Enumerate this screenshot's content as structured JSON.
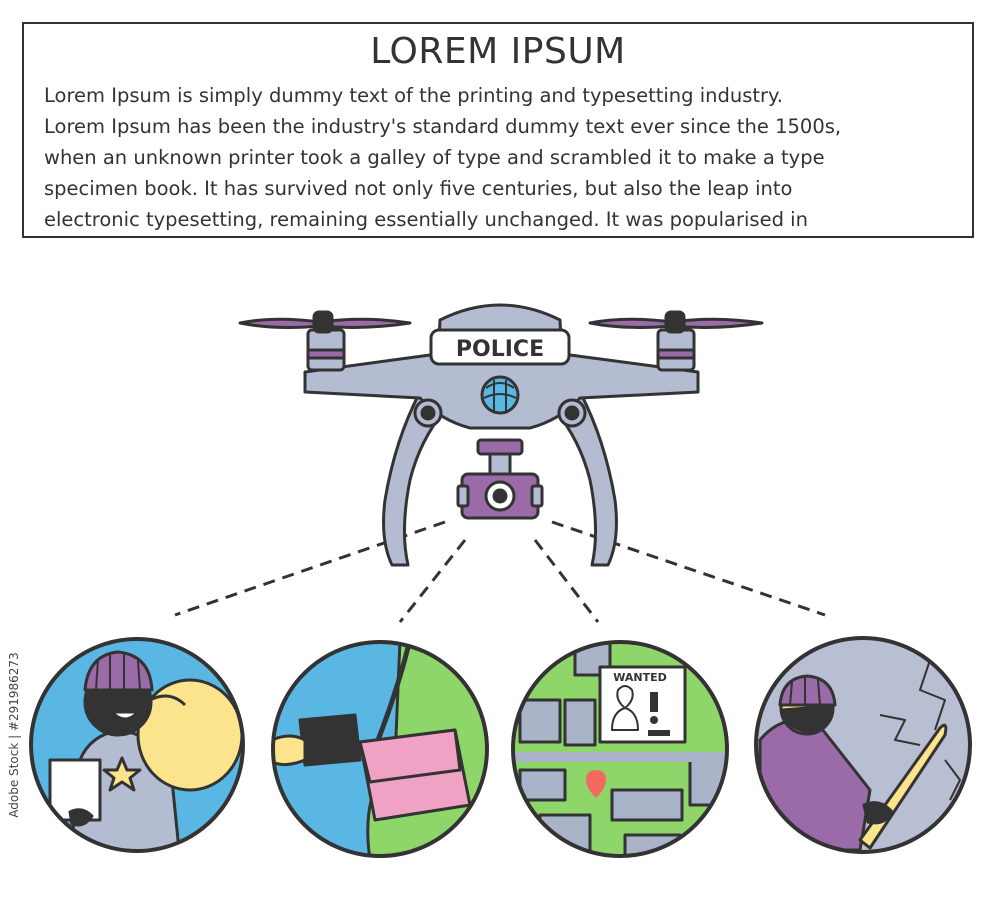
{
  "header": {
    "title": "LOREM IPSUM",
    "lines": [
      "Lorem Ipsum is simply dummy text of the printing and typesetting industry.",
      "Lorem Ipsum has been the industry's standard dummy text ever since the 1500s,",
      "when an unknown printer took a galley of type and scrambled it to make a type",
      "specimen book. It has survived not only five centuries, but also the leap into",
      "electronic typesetting, remaining essentially unchanged. It was popularised in"
    ]
  },
  "drone": {
    "label": "POLICE"
  },
  "scenes": {
    "poster_label": "WANTED"
  },
  "watermark": {
    "side_text": "Adobe Stock | #291986273"
  },
  "colors": {
    "outline": "#333333",
    "drone_body": "#b4bcd2",
    "purple": "#9a6aa9",
    "sky": "#5ab7e3",
    "map_green": "#8fd66a",
    "map_road": "#aab4c8",
    "bag_yellow": "#fbe48c",
    "bag_pink": "#f0a2c4",
    "wall_grey": "#b8bfd3"
  }
}
